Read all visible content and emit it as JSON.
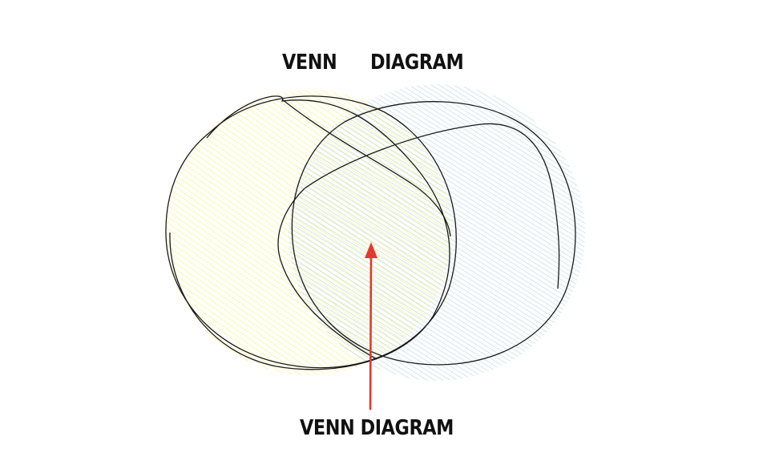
{
  "labels": {
    "left_circle": "VENN",
    "right_circle": "DIAGRAM",
    "intersection": "VENN DIAGRAM"
  },
  "colors": {
    "left_fill": "#f5f76a",
    "right_fill": "#a8cddd",
    "stroke": "#1a1a1a",
    "arrow": "#e03a2f"
  }
}
